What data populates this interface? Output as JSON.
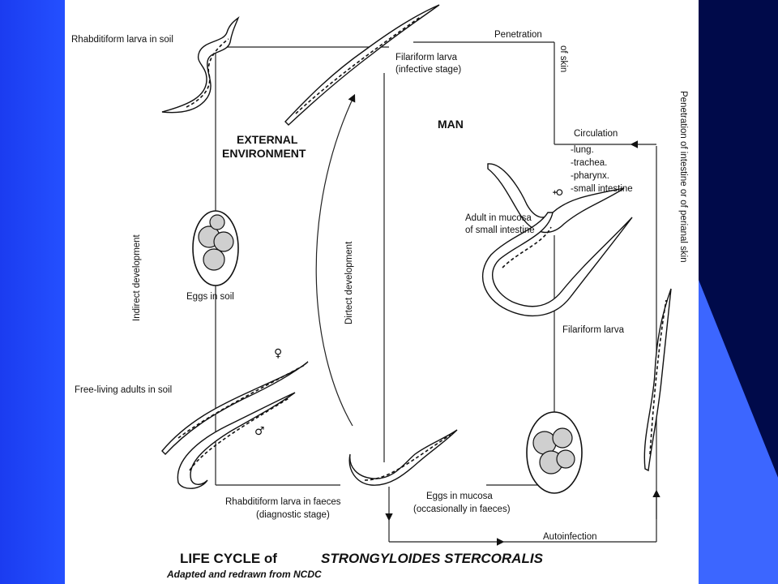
{
  "labels": {
    "rhabditiform_soil": "Rhabditiform larva in soil",
    "filariform_line1": "Filariform larva",
    "filariform_line2": "(infective stage)",
    "penetration": "Penetration",
    "of_skin": "of skin",
    "external_line1": "EXTERNAL",
    "external_line2": "ENVIRONMENT",
    "man": "MAN",
    "circulation": "Circulation",
    "lung": "-lung.",
    "trachea": "-trachea.",
    "pharynx": "-pharynx.",
    "small_intestine": "-small intestine",
    "penetration_intestine": "Penetration of intestine or of perianal skin",
    "adult_line1": "Adult in mucosa",
    "adult_line2": "of small intestine",
    "indirect": "Indirect development",
    "direct": "Dirtect development",
    "eggs_soil": "Eggs in soil",
    "filariform_larva": "Filariform larva",
    "free_living": "Free-living adults in soil",
    "rhabditiform_faeces_line1": "Rhabditiform larva in faeces",
    "rhabditiform_faeces_line2": "(diagnostic stage)",
    "eggs_mucosa_line1": "Eggs in mucosa",
    "eggs_mucosa_line2": "(occasionally in faeces)",
    "autoinfection": "Autoinfection",
    "female_symbol": "♀",
    "male_symbol": "♂",
    "female_symbol_man": "♀"
  },
  "title": {
    "prefix": "LIFE CYCLE of",
    "species": "STRONGYLOIDES STERCORALIS",
    "credit": "Adapted and redrawn from NCDC"
  },
  "colors": {
    "slide_blue": "#1f47ff",
    "slide_dark": "#000a4a",
    "panel": "#ffffff"
  }
}
